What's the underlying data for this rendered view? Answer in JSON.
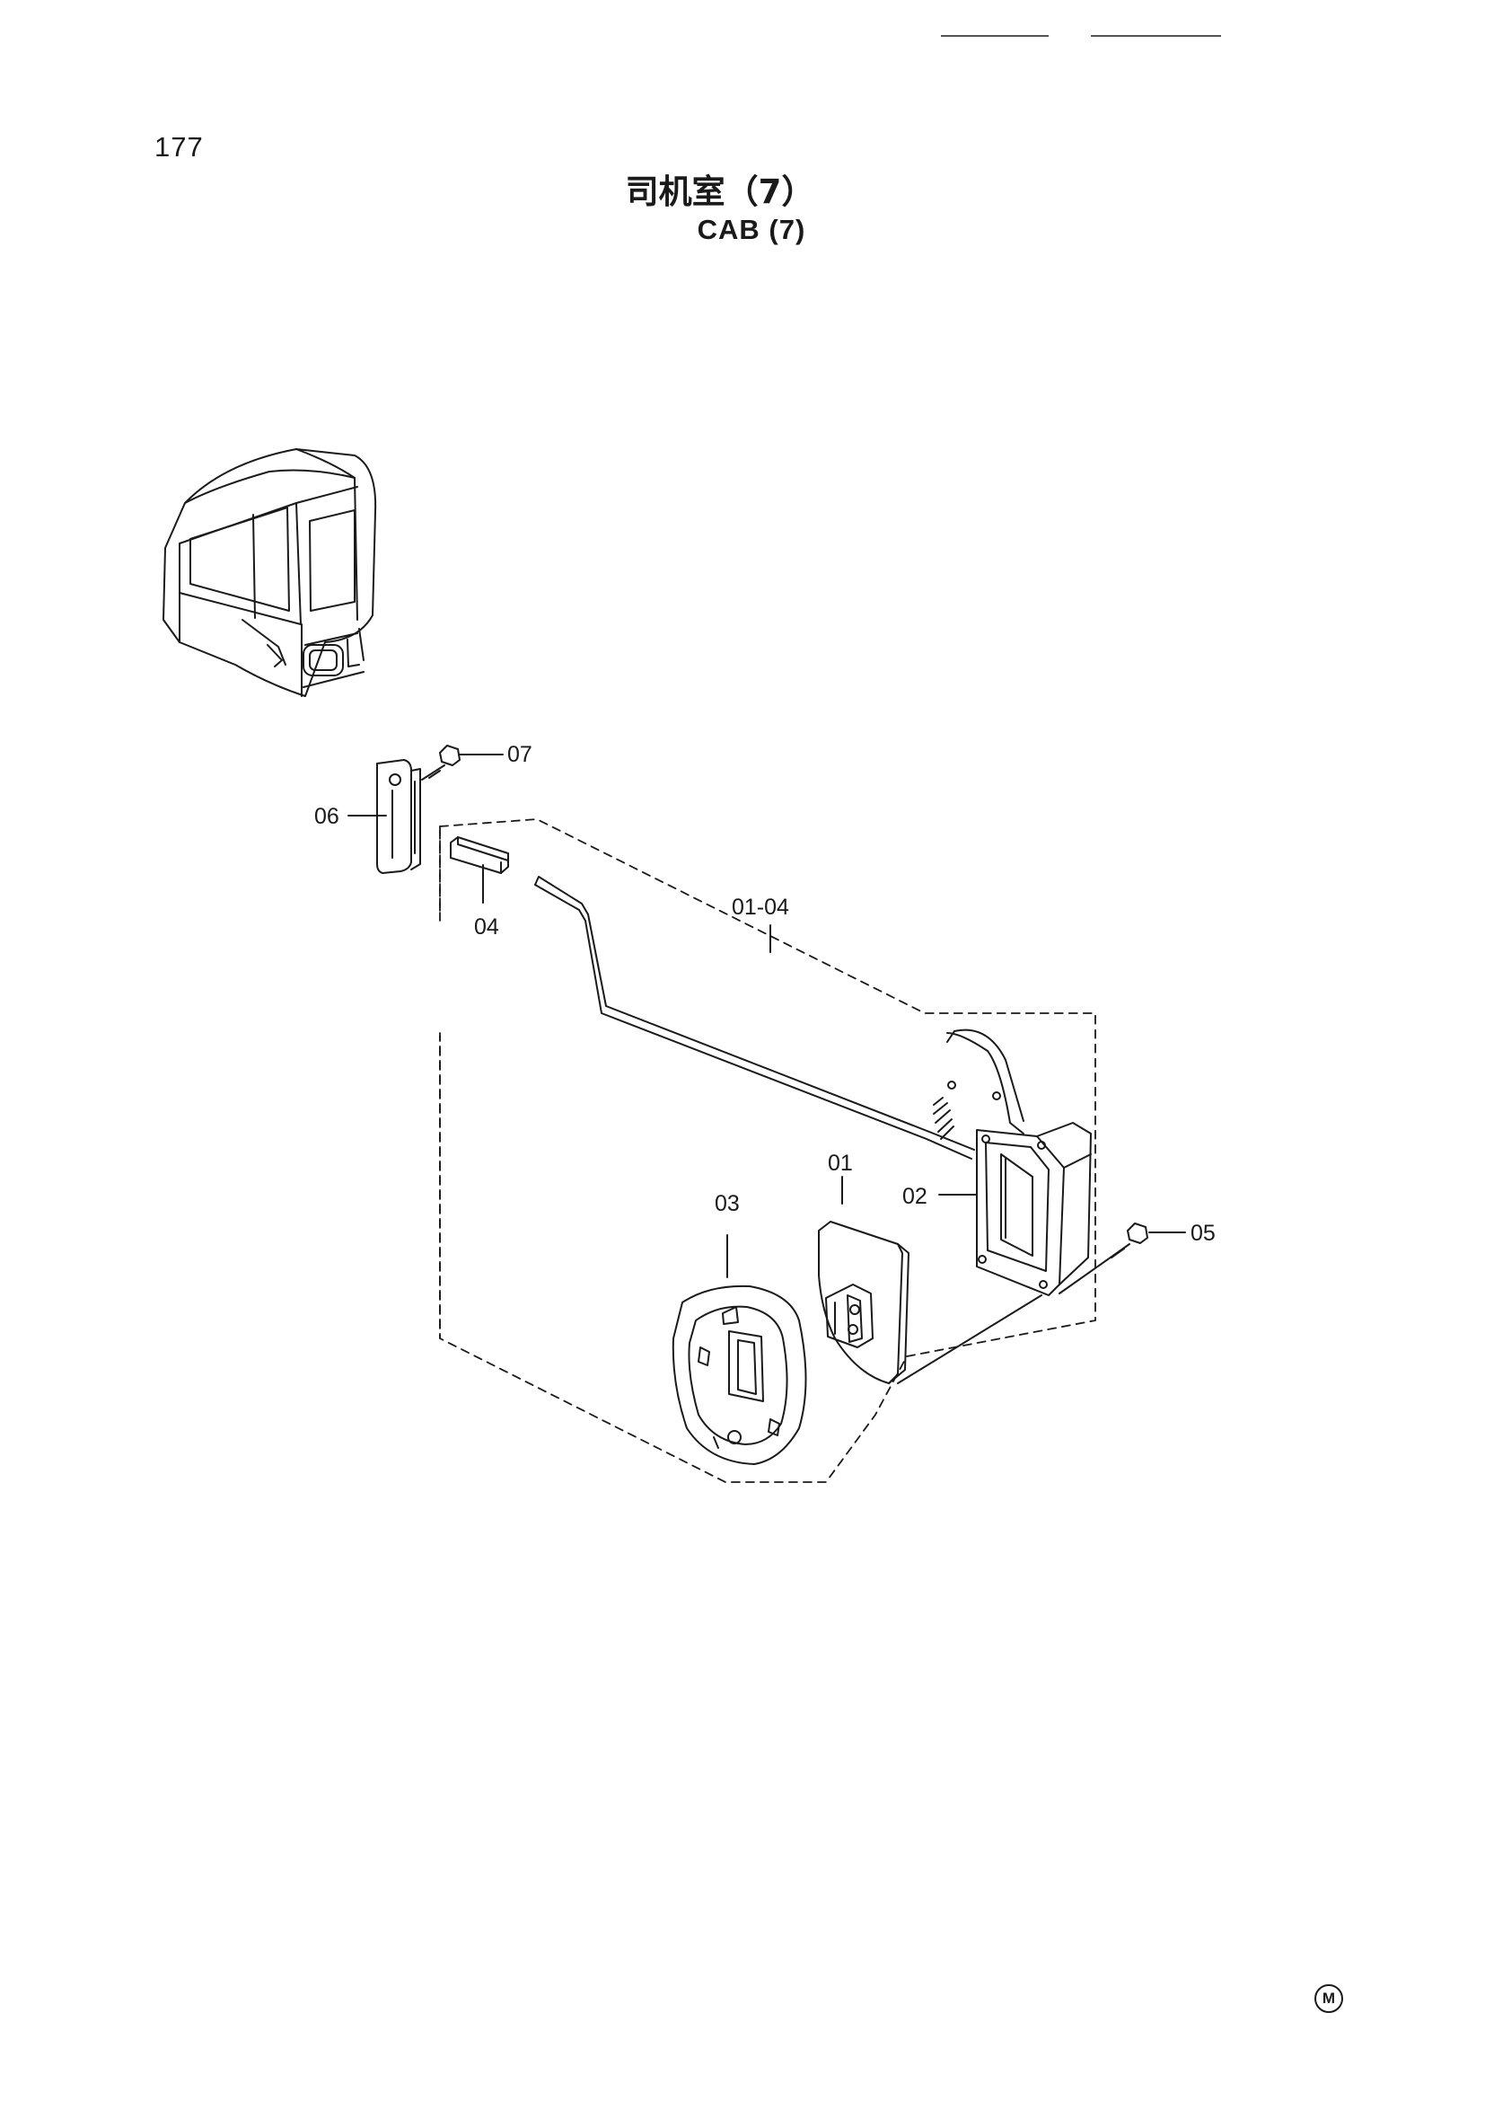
{
  "page": {
    "number": "177",
    "title_cn": "司机室（7）",
    "title_en": "CAB (7)",
    "mark": "M"
  },
  "callouts": {
    "p01": "01",
    "p02": "02",
    "p03": "03",
    "p04": "04",
    "p05": "05",
    "p06": "06",
    "p07": "07",
    "p0104": "01-04"
  },
  "colors": {
    "line": "#1a1a1a",
    "paper": "#ffffff"
  }
}
